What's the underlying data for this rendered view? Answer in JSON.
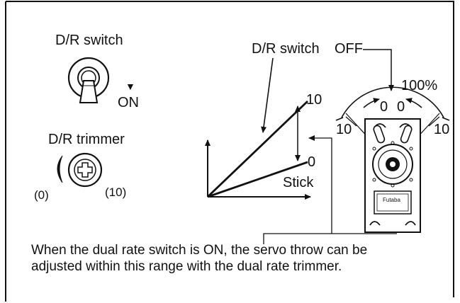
{
  "switch_panel": {
    "title": "D/R switch",
    "on_label": "ON",
    "on_marker": "▼"
  },
  "trimmer_panel": {
    "title": "D/R trimmer",
    "min_label": "(0)",
    "max_label": "(10)"
  },
  "graph": {
    "switch_label": "D/R switch",
    "off_label": "OFF",
    "value_high": "10",
    "value_low": "0",
    "x_axis_label": "Stick"
  },
  "servo": {
    "percent_label": "100%",
    "inner_left": "0",
    "inner_right": "0",
    "outer_left": "10",
    "outer_right": "10",
    "brand": "Futaba"
  },
  "caption": {
    "line1": "When the dual rate switch is ON, the servo throw can be",
    "line2": "adjusted within this range with the dual rate trimmer."
  }
}
